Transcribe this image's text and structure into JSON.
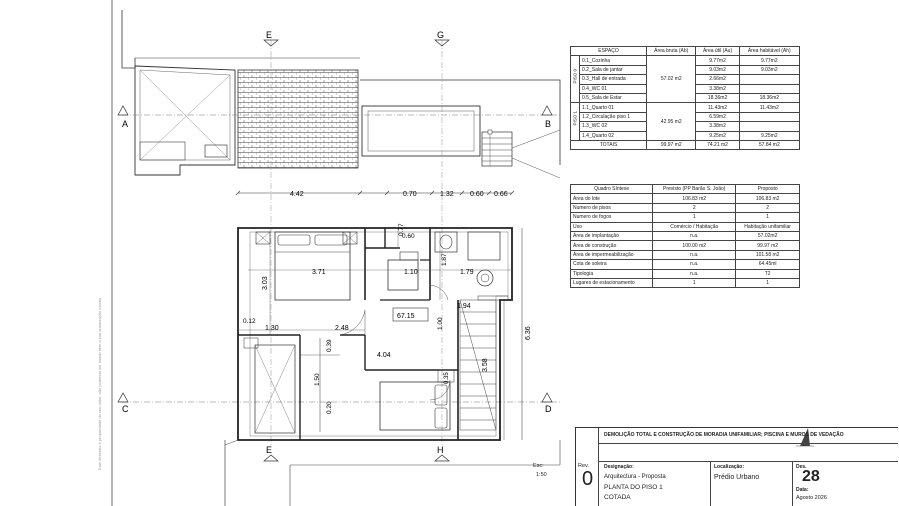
{
  "section_markers": {
    "top_left": "E",
    "top_right": "G",
    "bottom_left": "E",
    "bottom_right": "H",
    "left_a": "A",
    "right_b": "B",
    "left_c": "C",
    "right_d": "D"
  },
  "dims": {
    "d442": "4.42",
    "d070": "0.70",
    "d132": "1.32",
    "d060": "0.60",
    "d066": "0.66",
    "d077": "0.77",
    "d060b": "0.60",
    "d187": "1.87",
    "d371": "3.71",
    "d110": "1.10",
    "d179": "1.79",
    "d303": "3.03",
    "d194": "1.94",
    "d012": "0.12",
    "d130": "1.30",
    "d248": "2.48",
    "d100": "1.00",
    "d6715": "67.15",
    "d636": "6.36",
    "d039": "0.39",
    "d404": "4.04",
    "d358": "3.58",
    "d150": "1.50",
    "d020": "0.20",
    "d035": "0.35"
  },
  "vertical_note": "Este desenho é propriedade do seu autor, não podendo ser usado sem a sua autorização escrita",
  "areas_table": {
    "headers": [
      "ESPAÇO",
      "Área bruta (Ab)",
      "Área útil (Au)",
      "Área habitável (Ah)"
    ],
    "piso0_label": "PISO 0",
    "piso1_label": "PISO 1",
    "piso0_bruta": "57.02 m2",
    "piso1_bruta": "42.95 m2",
    "rows": [
      {
        "name": "0.1_Cozinha",
        "au": "9.77m2",
        "ah": "9.77m2"
      },
      {
        "name": "0.2_Sala de jantar",
        "au": "9.03m2",
        "ah": "9.03m2"
      },
      {
        "name": "0.3_Hall de entrada",
        "au": "2.66m2",
        "ah": ""
      },
      {
        "name": "0.4_WC 01",
        "au": "3.38m2",
        "ah": ""
      },
      {
        "name": "0.5_Sala de Estar",
        "au": "18.36m2",
        "ah": "18.36m2"
      },
      {
        "name": "1.1_Quarto 01",
        "au": "11.43m2",
        "ah": "11.43m2"
      },
      {
        "name": "1.2_Circulação piso 1",
        "au": "6.59m2",
        "ah": ""
      },
      {
        "name": "1.3_WC 02",
        "au": "3.38m2",
        "ah": ""
      },
      {
        "name": "1.4_Quarto 02",
        "au": "9.25m2",
        "ah": "9.25m2"
      }
    ],
    "totals": {
      "label": "TOTAIS",
      "ab": "99.97 m2",
      "au": "74.21 m2",
      "ah": "57.84 m2"
    }
  },
  "synthesis_table": {
    "headers": [
      "Quadro Síntese",
      "Previsto (PP Barão S. João)",
      "Proposto"
    ],
    "rows": [
      [
        "Área do lote",
        "106.83 m2",
        "106.83 m2"
      ],
      [
        "Numero de pisos",
        "2",
        "2"
      ],
      [
        "Numero de fogos",
        "1",
        "1"
      ],
      [
        "Uso",
        "Comércio / Habitação",
        "Habitação unifamiliar"
      ],
      [
        "Área de implantação",
        "n.a.",
        "57.02m2"
      ],
      [
        "Área de construção",
        "100.00 m2",
        "99.97 m2"
      ],
      [
        "Área de impermeabilização",
        "n.a.",
        "101.58 m2"
      ],
      [
        "Cota de soleira",
        "n.a.",
        "64.45ml"
      ],
      [
        "Tipologia",
        "n.a.",
        "T2"
      ],
      [
        "Lugares de estacionamento",
        "1",
        "1"
      ]
    ]
  },
  "title_block": {
    "project": "DEMOLIÇÃO TOTAL E CONSTRUÇÃO DE MORADIA UNIFAMILIAR; PISCINA E MUROS DE VEDAÇÃO",
    "esc_label": "Esc:",
    "esc_value": "1:50",
    "rev_label": "Rev.",
    "rev_value": "0",
    "designacao_label": "Designação:",
    "designacao_1": "Arquitectura - Proposta",
    "designacao_2": "PLANTA DO PISO 1",
    "designacao_3": "COTADA",
    "localizacao_label": "Localização:",
    "localizacao_value": "Prédio Urbano",
    "des_label": "Des.",
    "des_value": "28",
    "data_label": "Data:",
    "data_value": "Agosto 2026"
  }
}
